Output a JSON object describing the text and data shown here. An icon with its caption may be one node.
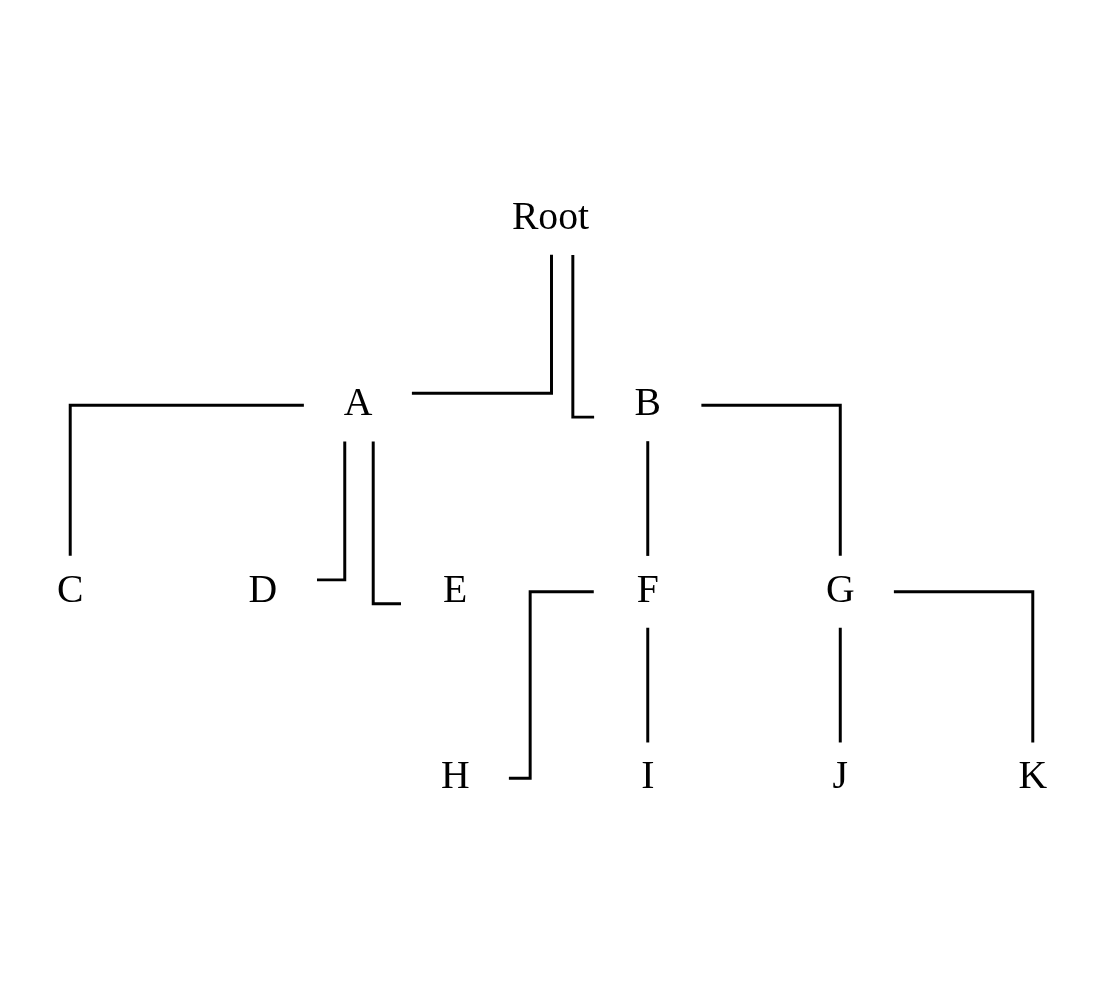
{
  "diagram": {
    "nodes": [
      {
        "text": [
          "Root"
        ]
      },
      {
        "text": [
          "A"
        ]
      },
      {
        "text": [
          "B"
        ]
      },
      {
        "text": [
          "C"
        ]
      },
      {
        "text": [
          "D"
        ]
      },
      {
        "text": [
          "E"
        ]
      },
      {
        "text": [
          "F"
        ]
      },
      {
        "text": [
          "G"
        ]
      },
      {
        "text": [
          "H"
        ]
      },
      {
        "text": [
          "I"
        ]
      },
      {
        "text": [
          "J"
        ]
      },
      {
        "text": [
          "K"
        ]
      }
    ],
    "edges": [
      {
        "from": 0,
        "to": 1,
        "arrow": "none"
      },
      {
        "from": 0,
        "to": 2,
        "arrow": "none"
      },
      {
        "from": 1,
        "to": 3,
        "arrow": "none"
      },
      {
        "from": 1,
        "to": 4,
        "arrow": "none"
      },
      {
        "from": 1,
        "to": 5,
        "arrow": "none"
      },
      {
        "from": 2,
        "to": 6,
        "arrow": "none"
      },
      {
        "from": 2,
        "to": 7,
        "arrow": "none"
      },
      {
        "from": 6,
        "to": 8,
        "arrow": "none"
      },
      {
        "from": 6,
        "to": 9,
        "arrow": "none"
      },
      {
        "from": 7,
        "to": 10,
        "arrow": "none"
      },
      {
        "from": 7,
        "to": 11,
        "arrow": "none"
      }
    ]
  }
}
